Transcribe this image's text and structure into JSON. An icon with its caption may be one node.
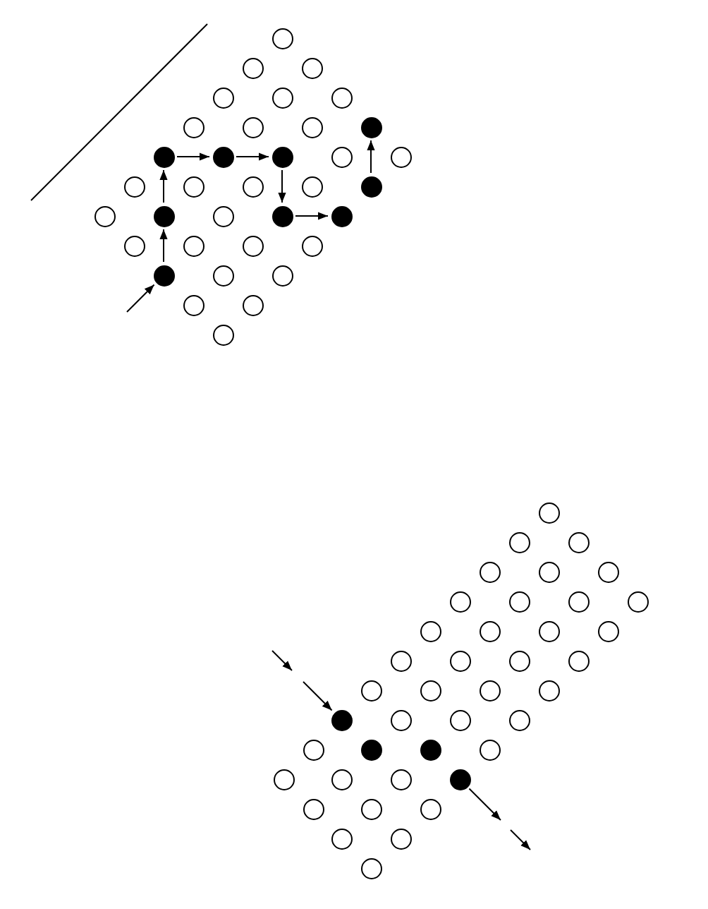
{
  "diagram": {
    "nodes": [
      {
        "text": [],
        "shape": "circle"
      },
      {
        "text": [],
        "shape": "circle"
      },
      {
        "text": [],
        "shape": "circle"
      },
      {
        "text": [],
        "shape": "circle"
      },
      {
        "text": [],
        "shape": "circle"
      },
      {
        "text": [],
        "shape": "circle"
      },
      {
        "text": [],
        "shape": "circle"
      },
      {
        "text": [],
        "shape": "circle"
      },
      {
        "text": [],
        "shape": "circle"
      },
      {
        "text": [],
        "shape": "dot"
      },
      {
        "text": [],
        "shape": "dot"
      },
      {
        "text": [],
        "shape": "dot"
      },
      {
        "text": [],
        "shape": "dot"
      },
      {
        "text": [],
        "shape": "circle"
      },
      {
        "text": [],
        "shape": "circle"
      },
      {
        "text": [],
        "shape": "circle"
      },
      {
        "text": [],
        "shape": "circle"
      },
      {
        "text": [],
        "shape": "circle"
      },
      {
        "text": [],
        "shape": "circle"
      },
      {
        "text": [],
        "shape": "dot"
      },
      {
        "text": [],
        "shape": "circle"
      },
      {
        "text": [],
        "shape": "dot"
      },
      {
        "text": [],
        "shape": "circle"
      },
      {
        "text": [],
        "shape": "dot"
      },
      {
        "text": [],
        "shape": "dot"
      },
      {
        "text": [],
        "shape": "circle"
      },
      {
        "text": [],
        "shape": "circle"
      },
      {
        "text": [],
        "shape": "circle"
      },
      {
        "text": [],
        "shape": "circle"
      },
      {
        "text": [],
        "shape": "dot"
      },
      {
        "text": [],
        "shape": "circle"
      },
      {
        "text": [],
        "shape": "circle"
      },
      {
        "text": [],
        "shape": "circle"
      },
      {
        "text": [],
        "shape": "circle"
      },
      {
        "text": [],
        "shape": "circle"
      },
      {
        "text": [],
        "shape": "circle"
      },
      {
        "text": [],
        "shape": "circle"
      },
      {
        "text": [],
        "shape": "circle"
      },
      {
        "text": [],
        "shape": "circle"
      },
      {
        "text": [],
        "shape": "circle"
      },
      {
        "text": [],
        "shape": "circle"
      },
      {
        "text": [],
        "shape": "circle"
      },
      {
        "text": [],
        "shape": "circle"
      },
      {
        "text": [],
        "shape": "circle"
      },
      {
        "text": [],
        "shape": "circle"
      },
      {
        "text": [],
        "shape": "circle"
      },
      {
        "text": [],
        "shape": "circle"
      },
      {
        "text": [],
        "shape": "circle"
      },
      {
        "text": [],
        "shape": "circle"
      },
      {
        "text": [],
        "shape": "circle"
      },
      {
        "text": [],
        "shape": "circle"
      },
      {
        "text": [],
        "shape": "circle"
      },
      {
        "text": [],
        "shape": "circle"
      },
      {
        "text": [],
        "shape": "circle"
      },
      {
        "text": [],
        "shape": "circle"
      },
      {
        "text": [],
        "shape": "circle"
      },
      {
        "text": [],
        "shape": "circle"
      },
      {
        "text": [],
        "shape": "dot"
      },
      {
        "text": [],
        "shape": "circle"
      },
      {
        "text": [],
        "shape": "circle"
      },
      {
        "text": [],
        "shape": "circle"
      },
      {
        "text": [],
        "shape": "circle"
      },
      {
        "text": [],
        "shape": "dot"
      },
      {
        "text": [],
        "shape": "dot"
      },
      {
        "text": [],
        "shape": "circle"
      },
      {
        "text": [],
        "shape": "circle"
      },
      {
        "text": [],
        "shape": "circle"
      },
      {
        "text": [],
        "shape": "circle"
      },
      {
        "text": [],
        "shape": "dot"
      },
      {
        "text": [],
        "shape": "circle"
      },
      {
        "text": [],
        "shape": "circle"
      },
      {
        "text": [],
        "shape": "circle"
      },
      {
        "text": [],
        "shape": "circle"
      },
      {
        "text": [],
        "shape": "circle"
      },
      {
        "text": [],
        "shape": "circle"
      }
    ],
    "edges": [
      {
        "from": null,
        "to": 29,
        "arrow": "to"
      },
      {
        "from": 29,
        "to": 21,
        "arrow": "to"
      },
      {
        "from": 21,
        "to": 10,
        "arrow": "to"
      },
      {
        "from": 10,
        "to": 11,
        "arrow": "to"
      },
      {
        "from": 11,
        "to": 12,
        "arrow": "to"
      },
      {
        "from": 12,
        "to": 23,
        "arrow": "to"
      },
      {
        "from": 23,
        "to": 24,
        "arrow": "to"
      },
      {
        "from": 19,
        "to": 9,
        "arrow": "to"
      },
      {
        "from": null,
        "to": 57,
        "arrow": "to"
      },
      {
        "from": 68,
        "to": null,
        "arrow": "to"
      }
    ]
  }
}
